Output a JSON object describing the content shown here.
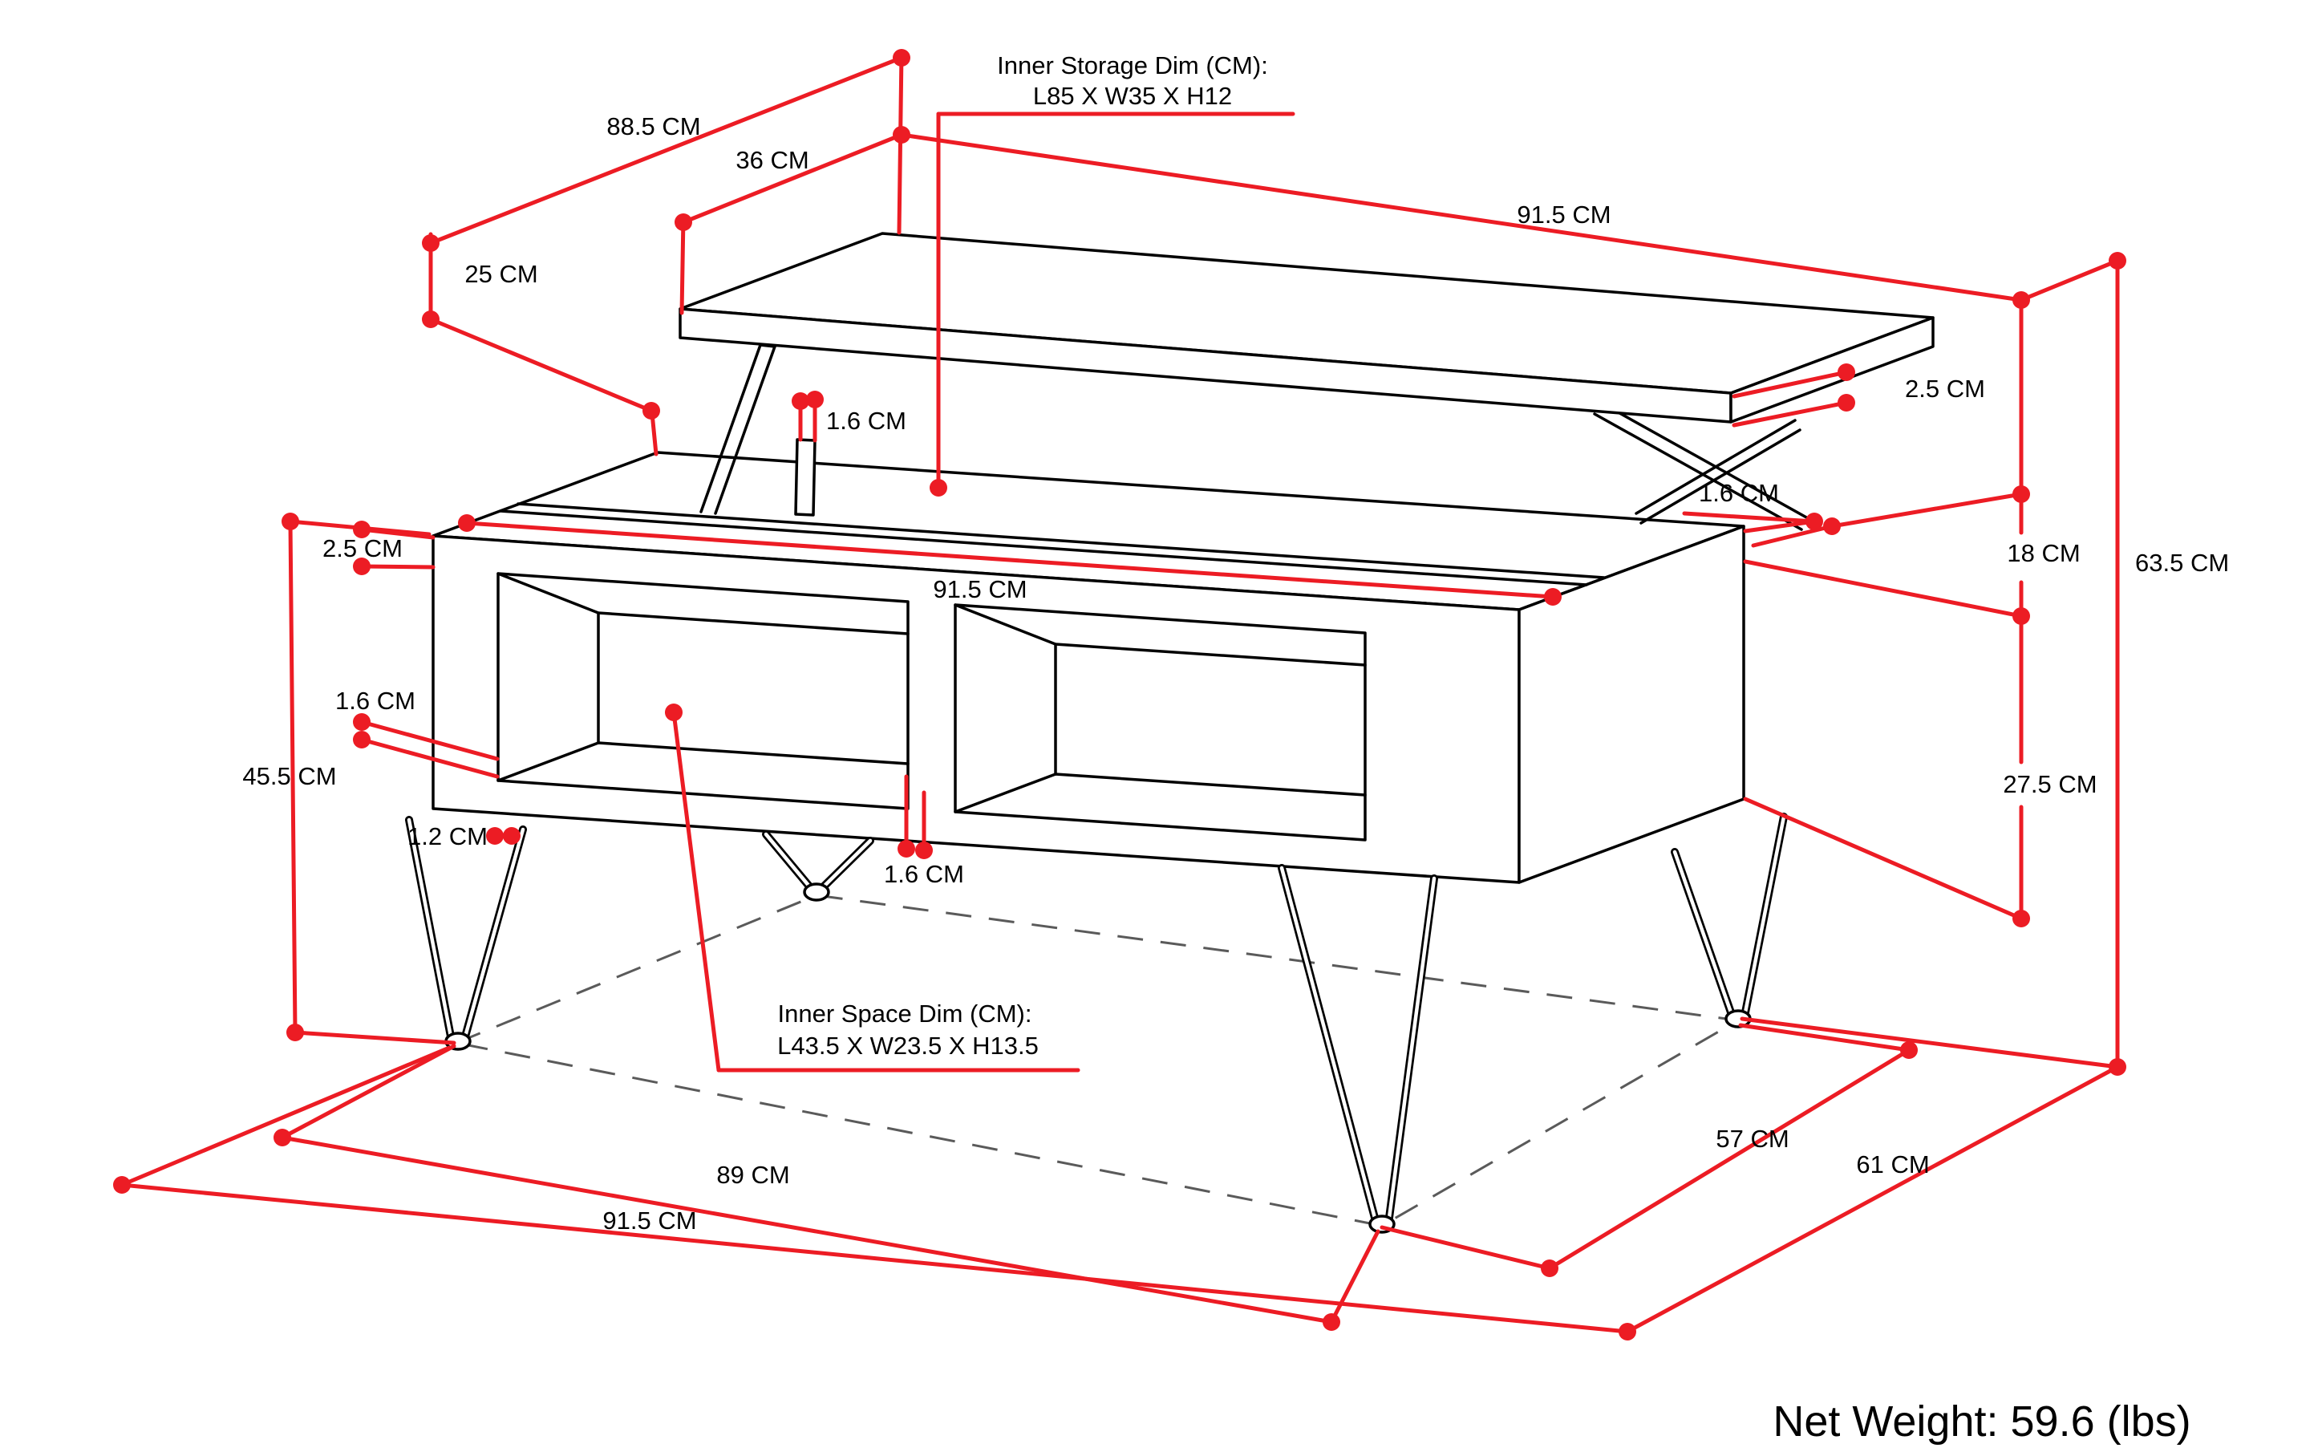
{
  "diagram": {
    "type": "furniture-dimension-drawing",
    "units": "CM",
    "background_color": "#ffffff",
    "dimension_line_color": "#ec1c24",
    "outline_color": "#000000",
    "footprint_dash_color": "#5a5a5a"
  },
  "callouts": {
    "inner_storage": {
      "title": "Inner Storage Dim (CM):",
      "value": "L85 X W35 X H12"
    },
    "inner_space": {
      "title": "Inner Space Dim (CM):",
      "value": "L43.5 X W23.5 X H13.5"
    }
  },
  "dimension_labels": {
    "d88_5": "88.5 CM",
    "d36": "36 CM",
    "d25": "25 CM",
    "d91_5_top": "91.5 CM",
    "d2_5_right": "2.5 CM",
    "d1_6_lid": "1.6 CM",
    "d1_6_back": "1.6 CM",
    "d18": "18 CM",
    "d63_5": "63.5 CM",
    "d2_5_left": "2.5 CM",
    "d91_5_mid": "91.5 CM",
    "d1_6_left": "1.6 CM",
    "d45_5": "45.5 CM",
    "d27_5": "27.5 CM",
    "d1_2": "1.2 CM",
    "d1_6_shelf": "1.6 CM",
    "d57": "57 CM",
    "d61": "61 CM",
    "d89": "89 CM",
    "d91_5_bottom": "91.5 CM"
  },
  "dimensions_cm": [
    88.5,
    36,
    25,
    91.5,
    2.5,
    1.6,
    1.6,
    18,
    63.5,
    2.5,
    91.5,
    1.6,
    45.5,
    27.5,
    1.2,
    1.6,
    57,
    61,
    89,
    91.5
  ],
  "net_weight": "Net Weight: 59.6 (lbs)"
}
